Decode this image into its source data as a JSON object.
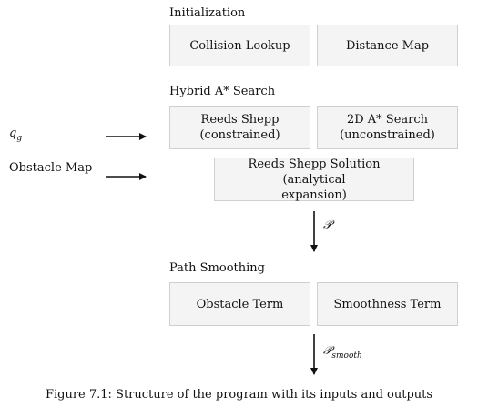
{
  "sections": {
    "initialization": "Initialization",
    "search": "Hybrid A* Search",
    "smoothing": "Path Smoothing"
  },
  "boxes": {
    "collision_lookup": "Collision Lookup",
    "distance_map": "Distance Map",
    "reeds_shepp": {
      "line1": "Reeds Shepp",
      "line2": "(constrained)"
    },
    "astar_2d": {
      "line1": "2D A* Search",
      "line2": "(unconstrained)"
    },
    "rs_solution": {
      "line1": "Reeds Shepp Solution (analytical",
      "line2": "expansion)"
    },
    "obstacle_term": "Obstacle Term",
    "smoothness_term": "Smoothness Term"
  },
  "inputs": {
    "goal": {
      "symbol": "q",
      "subscript": "g"
    },
    "obstacle_map": "Obstacle Map"
  },
  "arrow_labels": {
    "path": "𝒫",
    "smooth_path": {
      "symbol": "𝒫",
      "subscript": "smooth"
    }
  },
  "caption": "Figure 7.1: Structure of the program with its inputs and outputs"
}
